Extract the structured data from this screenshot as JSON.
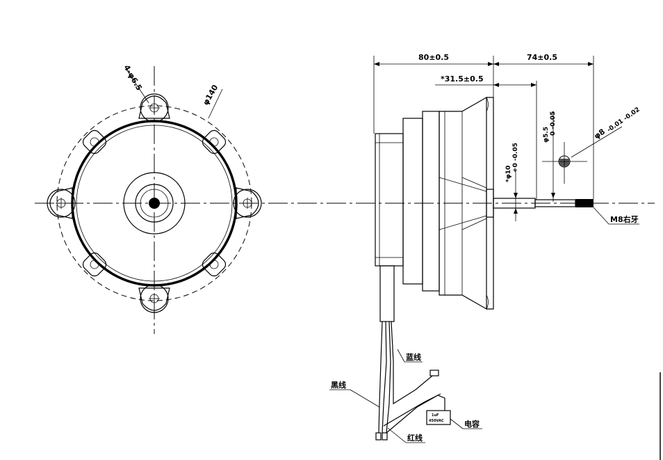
{
  "dimensions": {
    "motor_length": "80±0.5",
    "shaft_length": "74±0.5",
    "shaft_step": "*31.5±0.5",
    "mount_holes": "4-φ6.5",
    "bolt_circle": "φ140",
    "shaft_dia": "φ8",
    "shaft_tol": "-0.01 -0.02",
    "flat_dia": "φ5.5",
    "flat_tol": "0 -0.05",
    "boss_dia": "*φ10",
    "boss_tol": "+0 -0.05"
  },
  "thread_label": "M8右牙",
  "wires": {
    "blue": "蓝线",
    "black": "黑线",
    "red": "红线",
    "capacitor": "电容"
  },
  "capacitor_text": {
    "line1": "1uF",
    "line2": "450VAC"
  }
}
